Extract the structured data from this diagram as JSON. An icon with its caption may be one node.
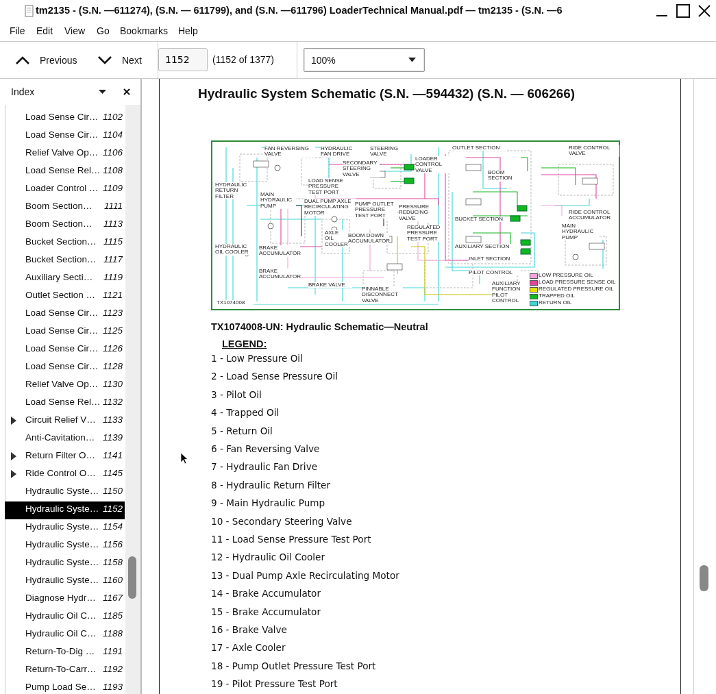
{
  "diagram": {
    "title": "Hydraulic System Schematic (S.N. —594432) (S.N. — 606266)",
    "caption": "TX1074008-UN: Hydraulic Schematic—Neutral",
    "labels": [
      "tm2135 - (S.N. —611274), (S.N. — 611799), and (S.N. —611796) LoaderTechnical Manual.pdf — tm2135 - (S.N. —6",
      "File",
      "Edit",
      "View",
      "Go",
      "Bookmarks",
      "Help",
      "Previous",
      "Next",
      "1152",
      "(1152 of 1377)",
      "100%",
      "Index",
      "Load Sense Cir…",
      "1102",
      "Load Sense Cir…",
      "1104",
      "Relief Valve Op…",
      "1106",
      "Load Sense Rel…",
      "1108",
      "Loader Control …",
      "1109",
      "Boom Section…",
      "1111",
      "Boom Section…",
      "1113",
      "Bucket Section…",
      "1115",
      "Bucket Section…",
      "1117",
      "Auxiliary Secti…",
      "1119",
      "Outlet Section …",
      "1121",
      "Load Sense Cir…",
      "1123",
      "Load Sense Cir…",
      "1125",
      "Load Sense Cir…",
      "1126",
      "Load Sense Cir…",
      "1128",
      "Relief Valve Op…",
      "1130",
      "Load Sense Rel…",
      "1132",
      "Circuit Relief V…",
      "1133",
      "Anti-Cavitation…",
      "1139",
      "Return Filter O…",
      "1141",
      "Ride Control O…",
      "1145",
      "Hydraulic Syste…",
      "1150",
      "Hydraulic Syste…",
      "1152",
      "Hydraulic Syste…",
      "1154",
      "Hydraulic Syste…",
      "1156",
      "Hydraulic Syste…",
      "1158",
      "Hydraulic Syste…",
      "1160",
      "Diagnose Hydr…",
      "1167",
      "Hydraulic Oil C…",
      "1185",
      "Hydraulic Oil C…",
      "1188",
      "Return-To-Dig …",
      "1191",
      "Return-To-Carr…",
      "1192",
      "Pump Load Se…",
      "1193",
      "FAN REVERSING VALVE",
      "HYDRAULIC FAN DRIVE",
      "HYDRAULIC RETURN FILTER",
      "MAIN HYDRAULIC PUMP",
      "LOAD SENSE PRESSURE TEST PORT",
      "SECONDARY STEERING VALVE",
      "STEERING VALVE",
      "DUAL PUMP AXLE RECIRCULATING MOTOR",
      "PUMP OUTLET PRESSURE TEST PORT",
      "PRESSURE REDUCING VALVE",
      "HYDRAULIC OIL COOLER",
      "AXLE OIL COOLER",
      "BOOM DOWN ACCUMULATOR",
      "REGULATED PRESSURE TEST PORT",
      "BRAKE ACCUMULATOR",
      "BRAKE ACCUMULATOR",
      "BRAKE VALVE",
      "PINNABLE DISCONNECT VALVE",
      "LOADER CONTROL VALVE",
      "OUTLET SECTION",
      "BOOM SECTION",
      "BUCKET SECTION",
      "AUXILIARY SECTION",
      "INLET SECTION",
      "PILOT CONTROL",
      "AUXILIARY FUNCTION PILOT CONTROL",
      "RIDE CONTROL VALVE",
      "RIDE CONTROL ACCUMULATOR",
      "MAIN HYDRAULIC PUMP",
      "TX1074008",
      "LEGEND:",
      "1 - Low Pressure Oil",
      "2 - Load Sense Pressure Oil",
      "3 - Pilot Oil",
      "4 - Trapped Oil",
      "5 - Return Oil",
      "6 - Fan Reversing Valve",
      "7 - Hydraulic Fan Drive",
      "8 - Hydraulic Return Filter",
      "9 - Main Hydraulic Pump",
      "10 - Secondary Steering Valve",
      "11 - Load Sense Pressure Test Port",
      "12 - Hydraulic Oil Cooler",
      "13 - Dual Pump Axle Recirculating Motor",
      "14 - Brake Accumulator",
      "15 - Brake Accumulator",
      "16 - Brake Valve",
      "17 - Axle Cooler",
      "18 - Pump Outlet Pressure Test Port",
      "19 - Pilot Pressure Test Port"
    ],
    "legend": [
      {
        "text": "LOW PRESSURE OIL",
        "color": "#f5a3dc"
      },
      {
        "text": "LOAD PRESSURE SENSE OIL",
        "color": "#e0459e"
      },
      {
        "text": "REGULATED PRESSURE OIL",
        "color": "#e6e000"
      },
      {
        "text": "TRAPPED OIL",
        "color": "#10b820"
      },
      {
        "text": "RETURN OIL",
        "color": "#3fd6d6"
      }
    ]
  }
}
